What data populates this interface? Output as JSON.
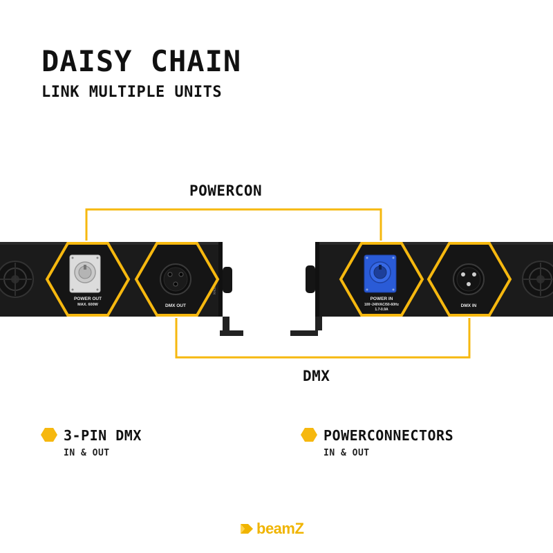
{
  "colors": {
    "accent": "#f6b80f",
    "panel": "#1b1b1b",
    "powercon_out": "#dcdcdc",
    "powercon_in": "#2a5bd7"
  },
  "heading": {
    "title": "DAISY CHAIN",
    "subtitle": "LINK MULTIPLE UNITS"
  },
  "connections": {
    "powercon_label": "POWERCON",
    "dmx_label": "DMX"
  },
  "left_unit": {
    "power_out_label": "POWER OUT",
    "power_out_spec": "MAX. 600W",
    "dmx_out_label": "DMX OUT"
  },
  "right_unit": {
    "power_in_label": "POWER IN",
    "power_in_spec_1": "100~240VAC/50-60Hz",
    "power_in_spec_2": "1.7-0.9A",
    "dmx_in_label": "DMX IN"
  },
  "features": [
    {
      "title": "3-PIN DMX",
      "subtitle": "IN & OUT",
      "icon": "hexagon-bullet-icon"
    },
    {
      "title": "POWERCONNECTORS",
      "subtitle": "IN & OUT",
      "icon": "hexagon-bullet-icon"
    }
  ],
  "brand": {
    "name": "beamZ",
    "icon": "beamz-logo-icon"
  }
}
